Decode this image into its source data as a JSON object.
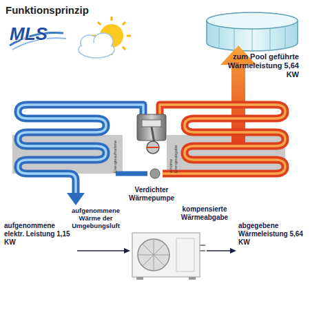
{
  "diagram": {
    "title": "Funktionsprinzip",
    "nodes": [
      {
        "text": [
          "Energieaufnahme"
        ]
      },
      {
        "text": [
          "erhöhte Energieabgabe"
        ]
      }
    ],
    "labels": [
      "MLS",
      "zum Pool geführte Wärmeleistung 5,64 KW",
      "aufgenommene Wärme der Umgebungsluft",
      "Verdichter Wärmepumpe",
      "kompensierte Wärmeabgabe",
      "aufgenommene elektr. Leistung 1,15 KW",
      "abgegebene Wärmeleistung 5,64 KW"
    ]
  }
}
